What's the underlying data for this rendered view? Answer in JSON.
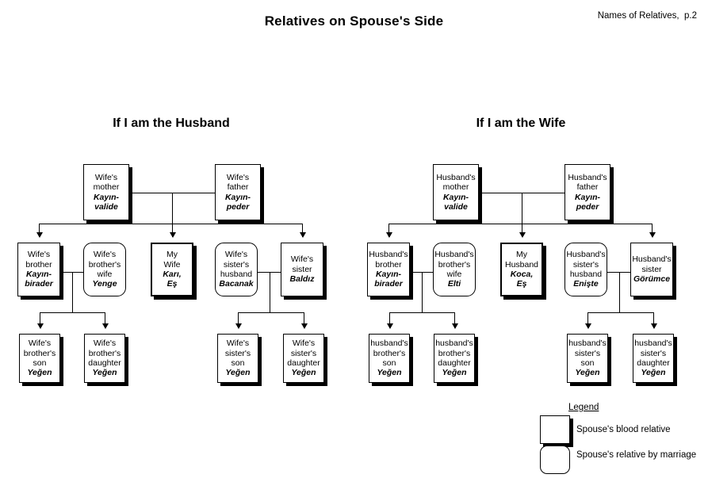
{
  "header": {
    "title": "Relatives on Spouse's Side",
    "subtitle": "Names of Relatives,  p.2"
  },
  "panels": [
    {
      "title": "If I am the Husband",
      "parents": [
        {
          "en": [
            "Wife's",
            "mother"
          ],
          "tr": [
            "Kayın-",
            "valide"
          ],
          "kind": "blood"
        },
        {
          "en": [
            "Wife's",
            "father"
          ],
          "tr": [
            "Kayın-",
            "peder"
          ],
          "kind": "blood"
        }
      ],
      "middle": [
        {
          "en": [
            "Wife's",
            "brother"
          ],
          "tr": [
            "Kayın-",
            "birader"
          ],
          "kind": "blood"
        },
        {
          "en": [
            "Wife's",
            "brother's",
            "wife"
          ],
          "tr": [
            "Yenge"
          ],
          "kind": "marriage"
        },
        {
          "en": [
            "My",
            "Wife"
          ],
          "tr": [
            "Karı,",
            "Eş"
          ],
          "kind": "spouse"
        },
        {
          "en": [
            "Wife's",
            "sister's",
            "husband"
          ],
          "tr": [
            "Bacanak"
          ],
          "kind": "marriage"
        },
        {
          "en": [
            "Wife's",
            "sister"
          ],
          "tr": [
            "Baldız"
          ],
          "kind": "blood"
        }
      ],
      "children": [
        {
          "en": [
            "Wife's",
            "brother's",
            "son"
          ],
          "tr": [
            "Yeğen"
          ],
          "kind": "blood"
        },
        {
          "en": [
            "Wife's",
            "brother's",
            "daughter"
          ],
          "tr": [
            "Yeğen"
          ],
          "kind": "blood"
        },
        {
          "en": [
            "Wife's",
            "sister's",
            "son"
          ],
          "tr": [
            "Yeğen"
          ],
          "kind": "blood"
        },
        {
          "en": [
            "Wife's",
            "sister's",
            "daughter"
          ],
          "tr": [
            "Yeğen"
          ],
          "kind": "blood"
        }
      ]
    },
    {
      "title": "If I am the Wife",
      "parents": [
        {
          "en": [
            "Husband's",
            "mother"
          ],
          "tr": [
            "Kayın-",
            "valide"
          ],
          "kind": "blood"
        },
        {
          "en": [
            "Husband's",
            "father"
          ],
          "tr": [
            "Kayın-",
            "peder"
          ],
          "kind": "blood"
        }
      ],
      "middle": [
        {
          "en": [
            "Husband's",
            "brother"
          ],
          "tr": [
            "Kayın-",
            "birader"
          ],
          "kind": "blood"
        },
        {
          "en": [
            "Husband's",
            "brother's",
            "wife"
          ],
          "tr": [
            "Elti"
          ],
          "kind": "marriage"
        },
        {
          "en": [
            "My",
            "Husband"
          ],
          "tr": [
            "Koca,",
            "Eş"
          ],
          "kind": "spouse"
        },
        {
          "en": [
            "Husband's",
            "sister's",
            "husband"
          ],
          "tr": [
            "Enişte"
          ],
          "kind": "marriage"
        },
        {
          "en": [
            "Husband's",
            "sister"
          ],
          "tr": [
            "Görümce"
          ],
          "kind": "blood"
        }
      ],
      "children": [
        {
          "en": [
            "husband's",
            "brother's",
            "son"
          ],
          "tr": [
            "Yeğen"
          ],
          "kind": "blood"
        },
        {
          "en": [
            "husband's",
            "brother's",
            "daughter"
          ],
          "tr": [
            "Yeğen"
          ],
          "kind": "blood"
        },
        {
          "en": [
            "husband's",
            "sister's",
            "son"
          ],
          "tr": [
            "Yeğen"
          ],
          "kind": "blood"
        },
        {
          "en": [
            "husband's",
            "sister's",
            "daughter"
          ],
          "tr": [
            "Yeğen"
          ],
          "kind": "blood"
        }
      ]
    }
  ],
  "legend": {
    "title": "Legend",
    "items": [
      {
        "kind": "blood",
        "label": "Spouse's blood relative"
      },
      {
        "kind": "marriage",
        "label": "Spouse's relative by marriage"
      }
    ]
  },
  "colors": {
    "ink": "#000000",
    "paper": "#ffffff"
  }
}
